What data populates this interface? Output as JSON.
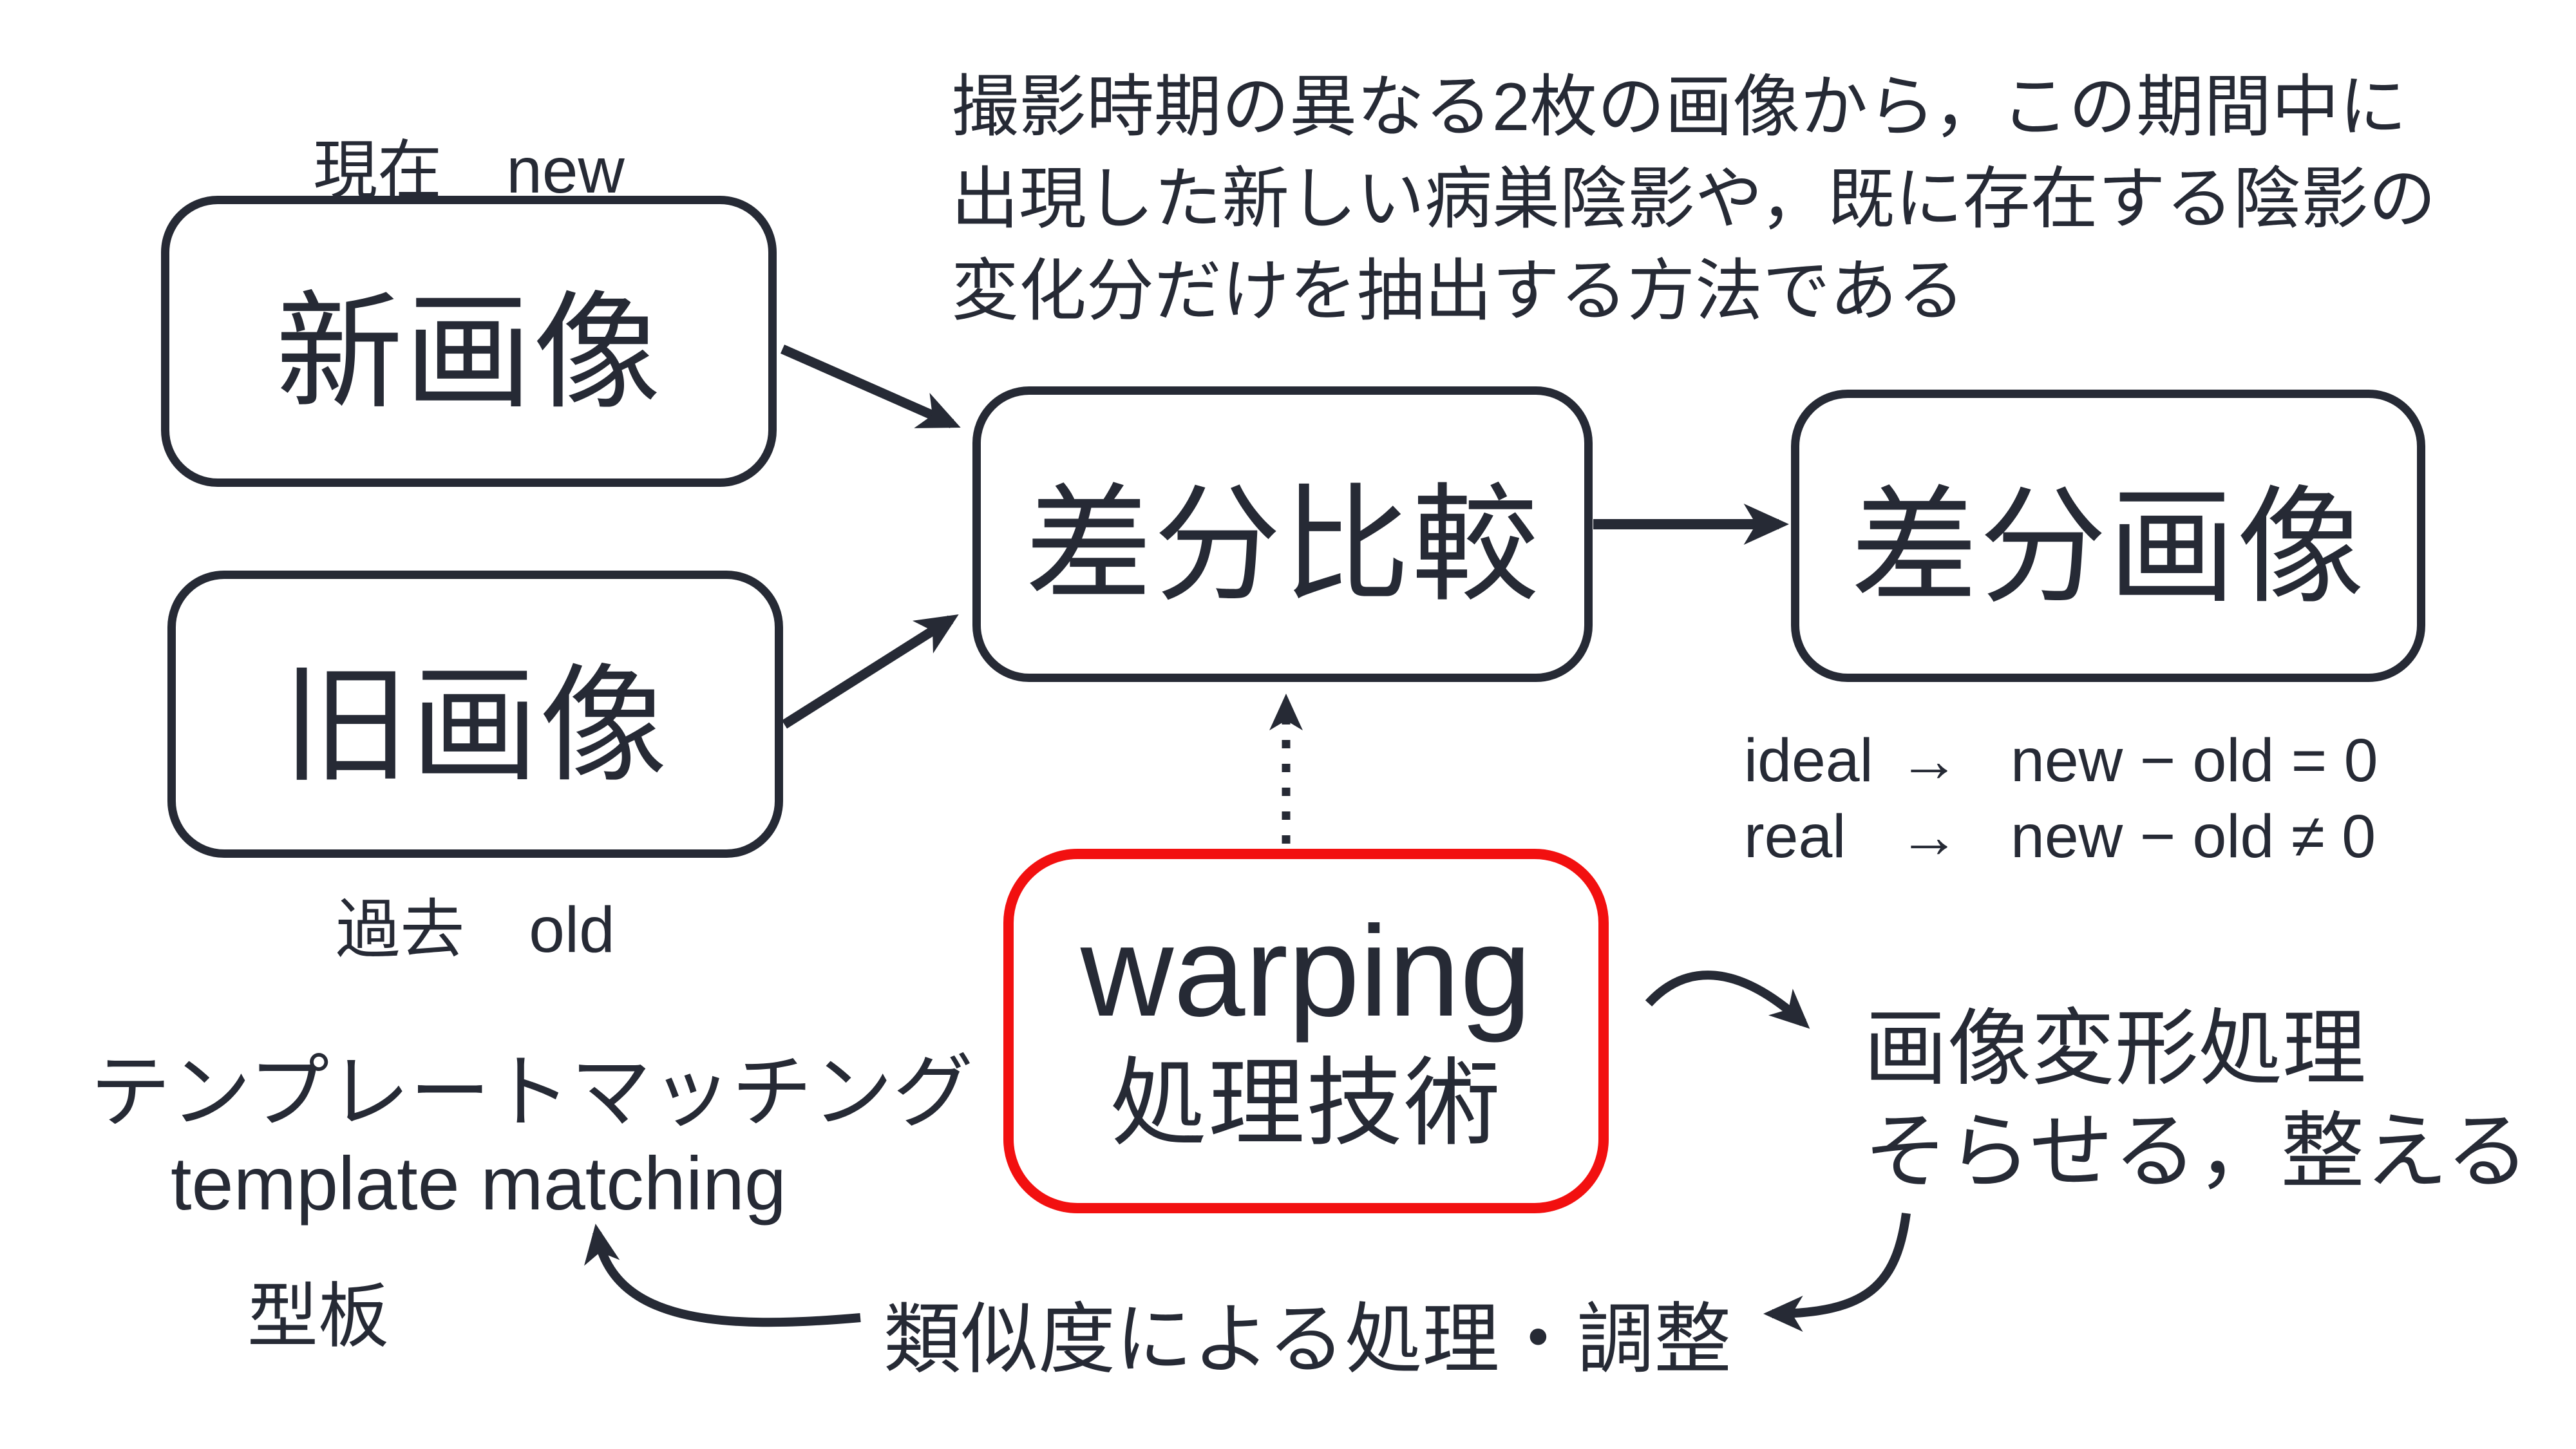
{
  "colors": {
    "ink": "#262a35",
    "accent_red": "#f21010",
    "background": "#ffffff"
  },
  "description": {
    "line1": "撮影時期の異なる2枚の画像から，この期間中に",
    "line2": "出現した新しい病巣陰影や，既に存在する陰影の",
    "line3": "変化分だけを抽出する方法である"
  },
  "nodes": {
    "new_image": {
      "caption": "現在　new",
      "label": "新画像"
    },
    "old_image": {
      "label": "旧画像",
      "caption": "過去　old"
    },
    "diff_compare": {
      "label": "差分比較"
    },
    "diff_image": {
      "label": "差分画像"
    },
    "warping": {
      "title": "warping",
      "subtitle": "処理技術"
    }
  },
  "formulas": {
    "ideal": {
      "word": "ideal",
      "arrow": "→",
      "expr": "new − old = 0"
    },
    "real": {
      "word": "real",
      "arrow": "→",
      "expr": "new − old ≠ 0"
    }
  },
  "annotations": {
    "image_transform": {
      "line1": "画像変形処理",
      "line2": "そらせる，整える"
    },
    "template": {
      "line1": "テンプレートマッチング",
      "line2": "template matching",
      "line3": "型板"
    },
    "similarity": "類似度による処理・調整"
  }
}
